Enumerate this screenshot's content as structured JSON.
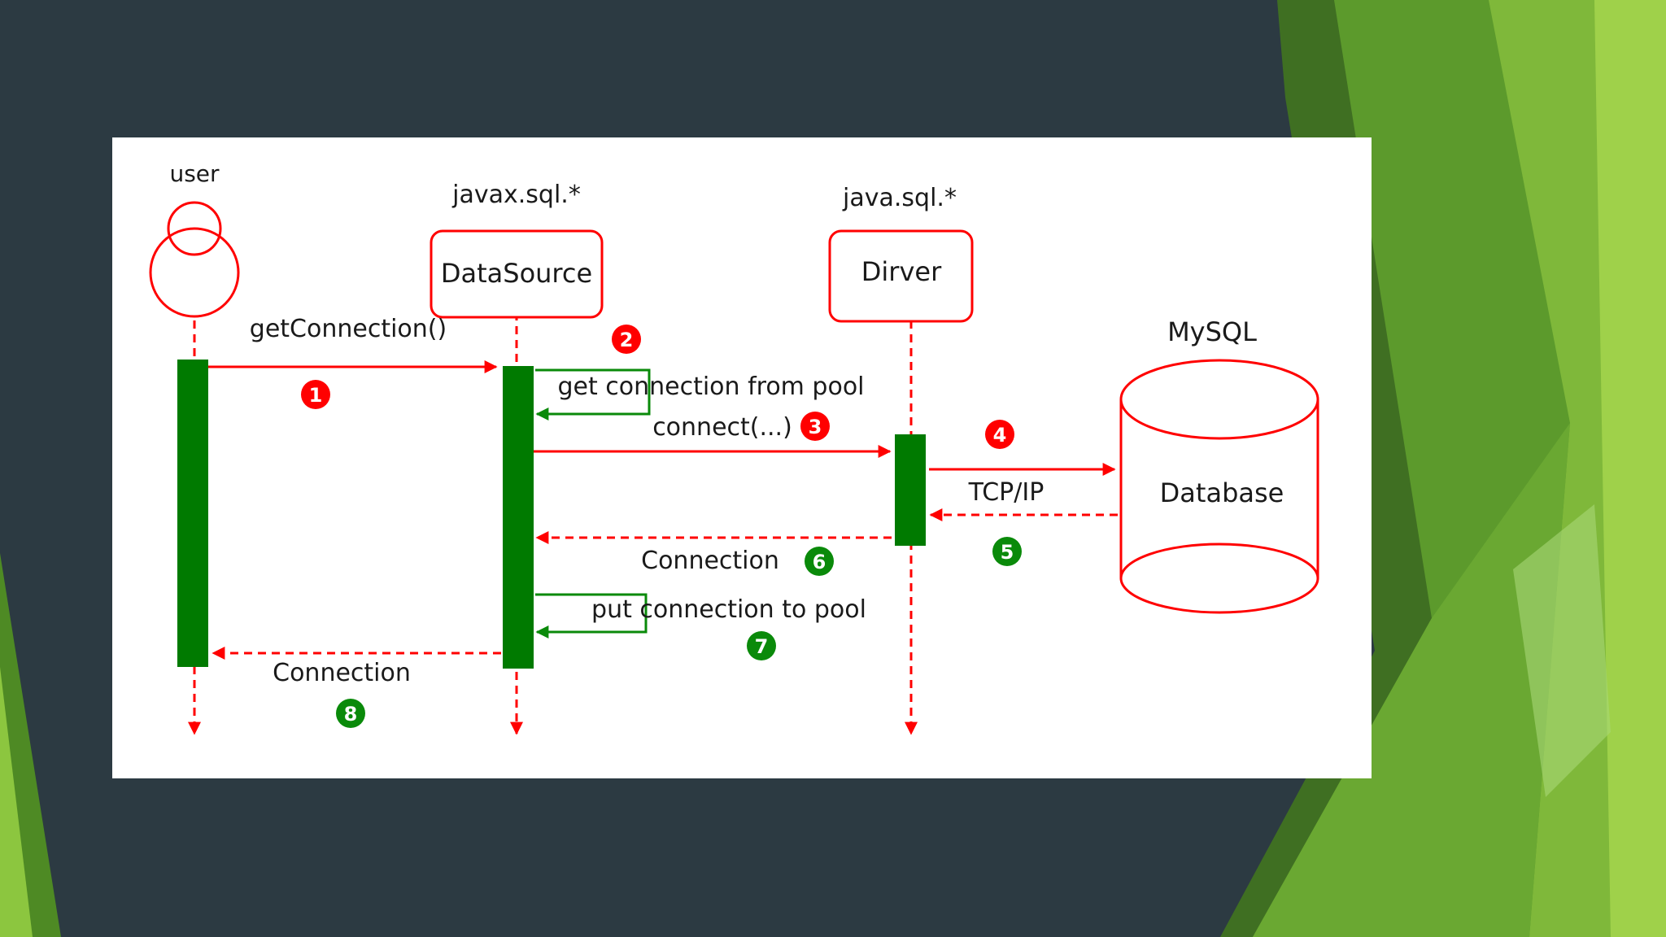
{
  "colors": {
    "background": "#2c3a42",
    "accent_green": "#8cc63f",
    "call": "#ff0000",
    "return": "#008000",
    "activation": "#007a00"
  },
  "diagram": {
    "actor": {
      "label": "user",
      "icon": "actor-icon"
    },
    "datasource": {
      "package": "javax.sql.*",
      "label": "DataSource"
    },
    "driver": {
      "package": "java.sql.*",
      "label": "Dirver"
    },
    "database": {
      "title": "MySQL",
      "label": "Database",
      "icon": "database-cylinder-icon"
    },
    "messages": {
      "m1": {
        "text": "getConnection()",
        "step": "1"
      },
      "m2": {
        "text": "get connection from pool",
        "step": "2"
      },
      "m3": {
        "text": "connect(...)",
        "step": "3"
      },
      "m4": {
        "text": "TCP/IP",
        "step": "4"
      },
      "m5": {
        "step": "5"
      },
      "m6": {
        "text": "Connection",
        "step": "6"
      },
      "m7": {
        "text": "put connection to pool",
        "step": "7"
      },
      "m8": {
        "text": "Connection",
        "step": "8"
      }
    }
  }
}
